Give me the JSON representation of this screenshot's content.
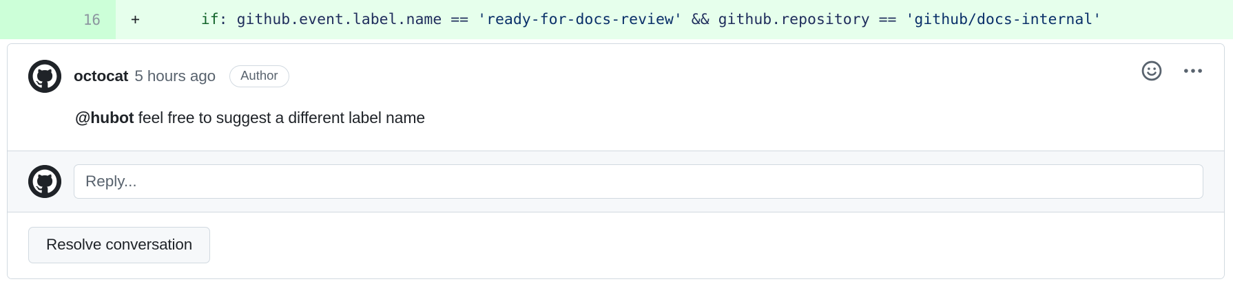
{
  "diff": {
    "line_number": "16",
    "marker": "+",
    "code_tokens": [
      {
        "text": "    ",
        "kind": "plain"
      },
      {
        "text": "if",
        "kind": "key"
      },
      {
        "text": ":",
        "kind": "plain"
      },
      {
        "text": " github.event.label.name ",
        "kind": "plain"
      },
      {
        "text": "==",
        "kind": "op"
      },
      {
        "text": " ",
        "kind": "plain"
      },
      {
        "text": "'ready-for-docs-review'",
        "kind": "str"
      },
      {
        "text": " ",
        "kind": "plain"
      },
      {
        "text": "&&",
        "kind": "op"
      },
      {
        "text": " github.repository ",
        "kind": "plain"
      },
      {
        "text": "==",
        "kind": "op"
      },
      {
        "text": " ",
        "kind": "plain"
      },
      {
        "text": "'github/docs-internal'",
        "kind": "str"
      }
    ],
    "code_plain": "    if: github.event.label.name == 'ready-for-docs-review' && github.repository == 'github/docs-internal'",
    "colors": {
      "gutter_bg": "#ccffd8",
      "content_bg": "#e6ffec",
      "string": "#0a3069",
      "keyword": "#116329"
    }
  },
  "comment": {
    "avatar_name": "octocat-avatar",
    "author": "octocat",
    "timestamp": "5 hours ago",
    "badge": "Author",
    "body_mention": "@hubot",
    "body_rest": " feel free to suggest a different label name",
    "actions": {
      "reaction_label": "smiley-icon",
      "menu_label": "kebab-menu-icon"
    }
  },
  "reply": {
    "avatar_name": "viewer-avatar",
    "placeholder": "Reply..."
  },
  "footer": {
    "resolve_label": "Resolve conversation"
  },
  "theme": {
    "border": "#d1d9e0",
    "muted_text": "#59636e",
    "text": "#1f2328",
    "subtle_bg": "#f6f8fa"
  }
}
